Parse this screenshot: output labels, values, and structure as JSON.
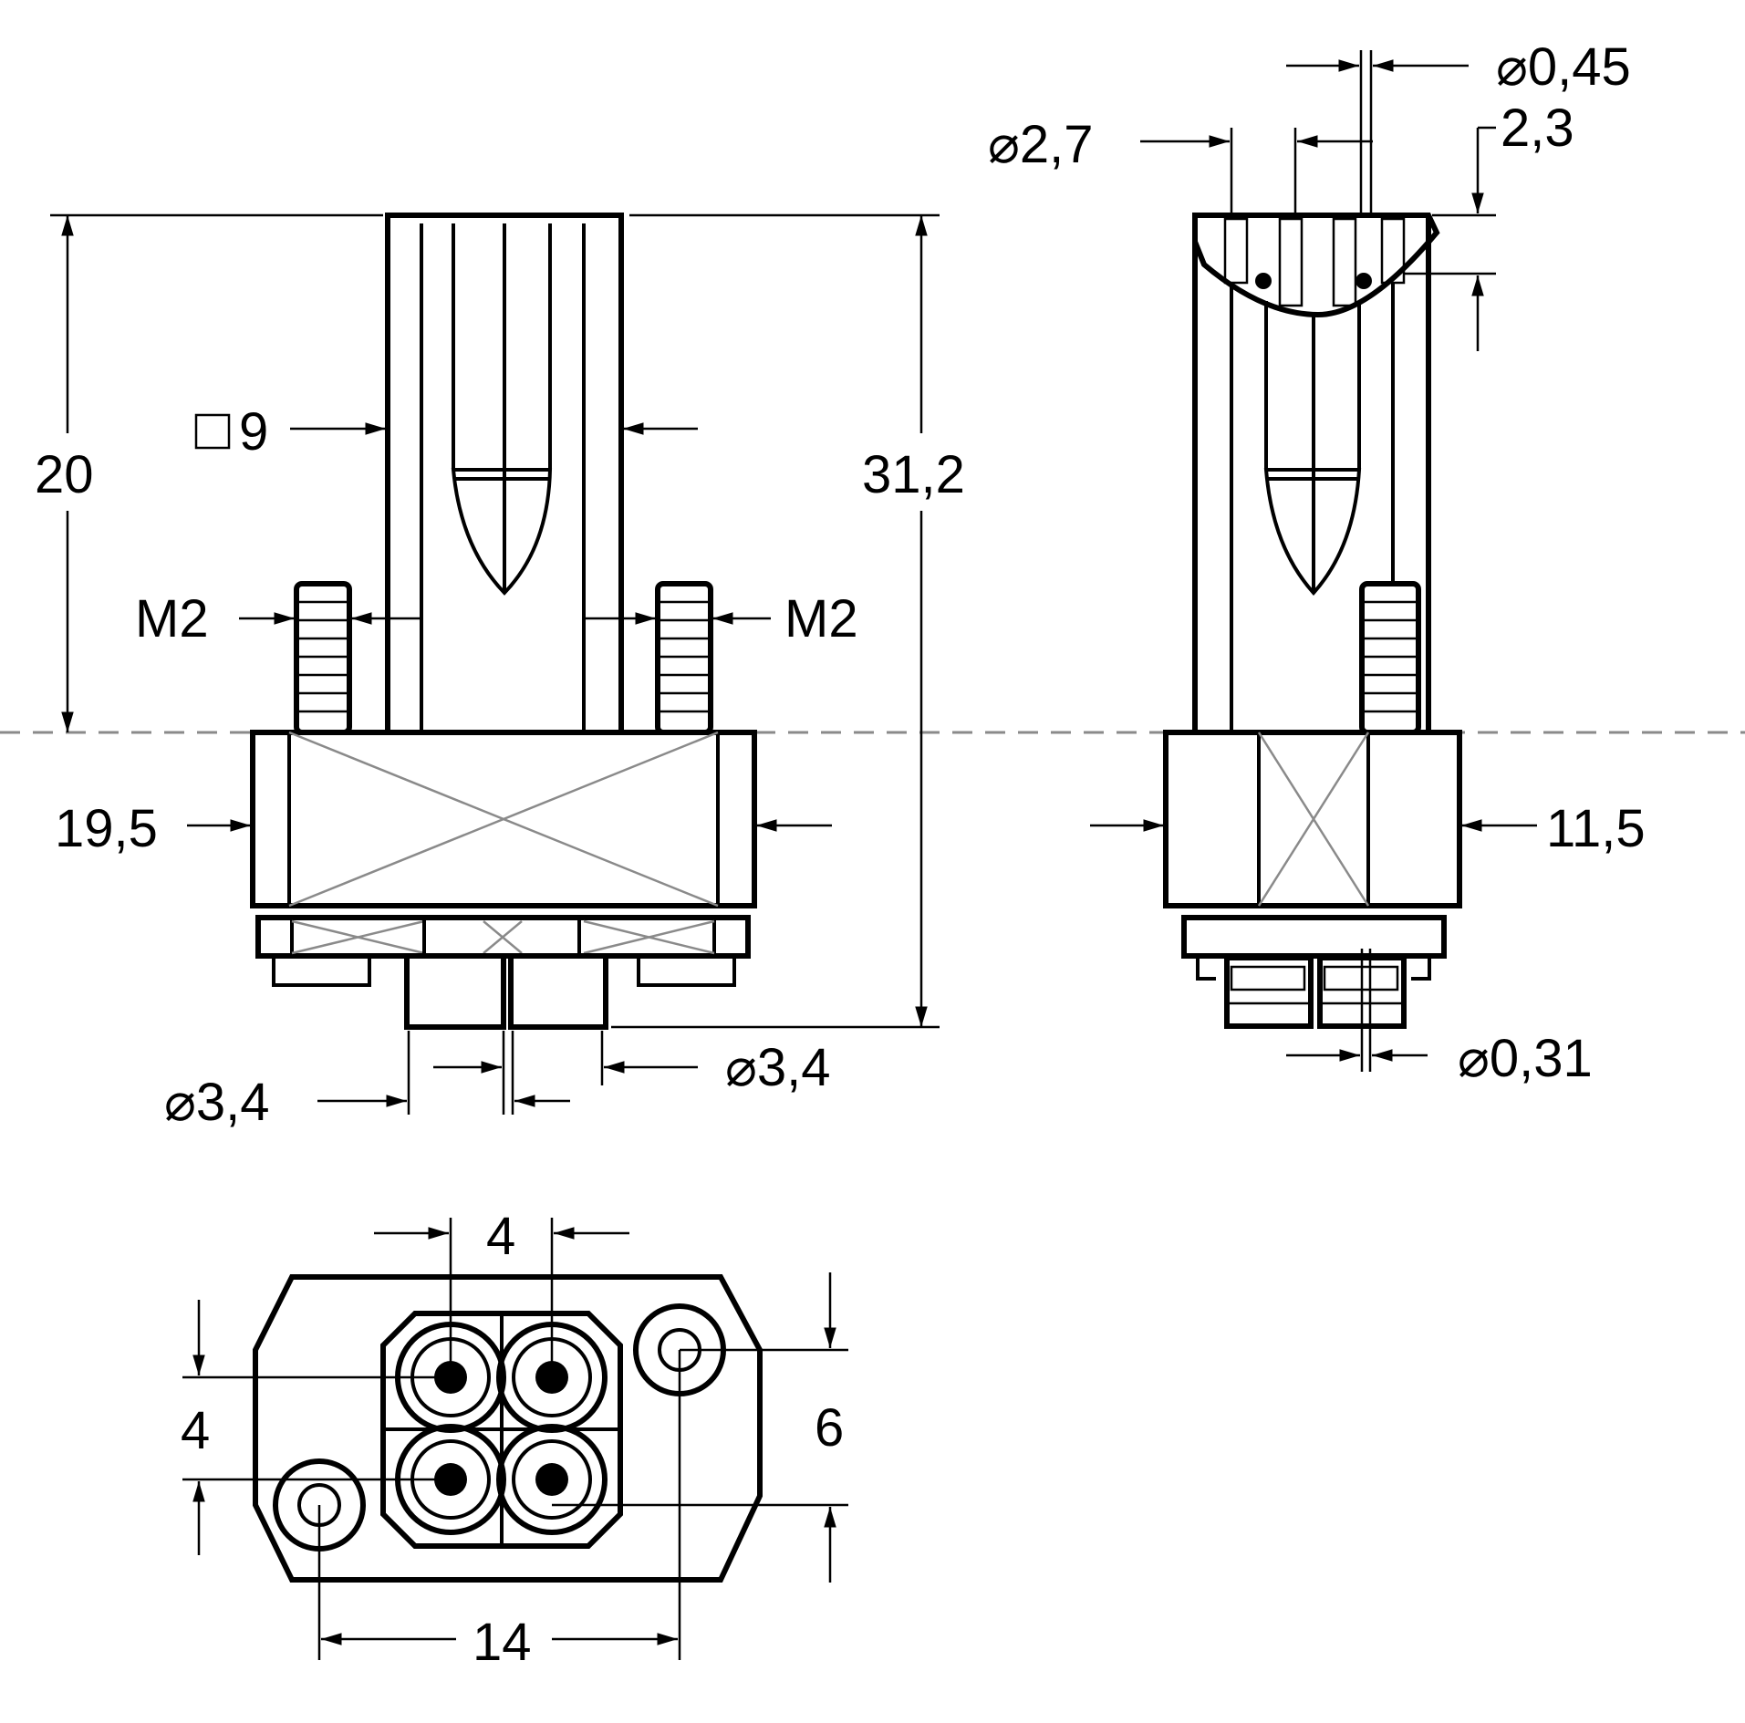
{
  "front_view": {
    "height_20": "20",
    "square_9": "9",
    "overall_31_2": "31,2",
    "thread_left": "M2",
    "thread_right": "M2",
    "width_19_5": "19,5",
    "dia_left": "3,4",
    "dia_right": "3,4"
  },
  "side_view": {
    "dia_2_7": "2,7",
    "dia_0_45": "0,45",
    "depth_2_3": "2,3",
    "width_11_5": "11,5",
    "dia_0_31": "0,31"
  },
  "bottom_view": {
    "pitch_h_4": "4",
    "pitch_v_4": "4",
    "offset_6": "6",
    "spacing_14": "14"
  },
  "symbols": {
    "diameter": "⌀",
    "square": "□"
  }
}
